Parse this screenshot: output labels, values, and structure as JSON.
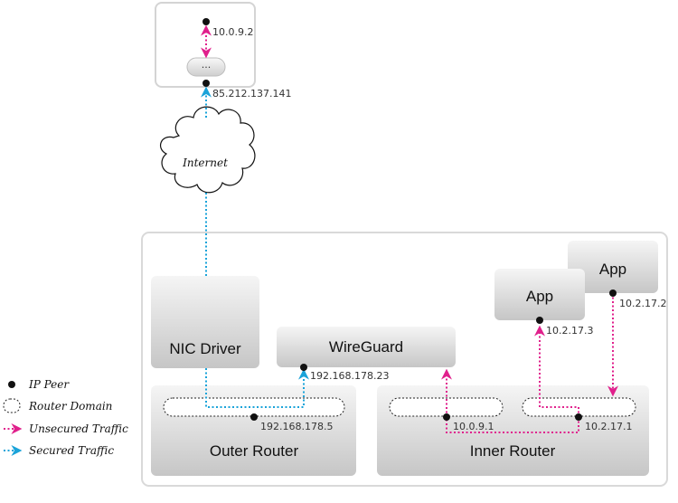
{
  "colors": {
    "unsecured": "#e0208c",
    "secured": "#1aa3d9",
    "frame": "#d4d4d4",
    "box_top": "#f4f4f4",
    "box_bottom": "#c8c8c8"
  },
  "remote": {
    "peer_ip": "10.0.9.2",
    "router_label": "···",
    "public_ip": "85.212.137.141"
  },
  "internet": {
    "label": "Internet"
  },
  "boxes": {
    "nic_driver": "NIC Driver",
    "wireguard": "WireGuard",
    "outer_router": "Outer Router",
    "inner_router": "Inner Router",
    "app1": "App",
    "app2": "App"
  },
  "ips": {
    "wireguard": "192.168.178.23",
    "outer_router": "192.168.178.5",
    "inner_left": "10.0.9.1",
    "inner_right": "10.2.17.1",
    "app1": "10.2.17.3",
    "app2": "10.2.17.2"
  },
  "legend": {
    "ip_peer": "IP Peer",
    "router_domain": "Router Domain",
    "unsecured": "Unsecured Traffic",
    "secured": "Secured Traffic"
  }
}
